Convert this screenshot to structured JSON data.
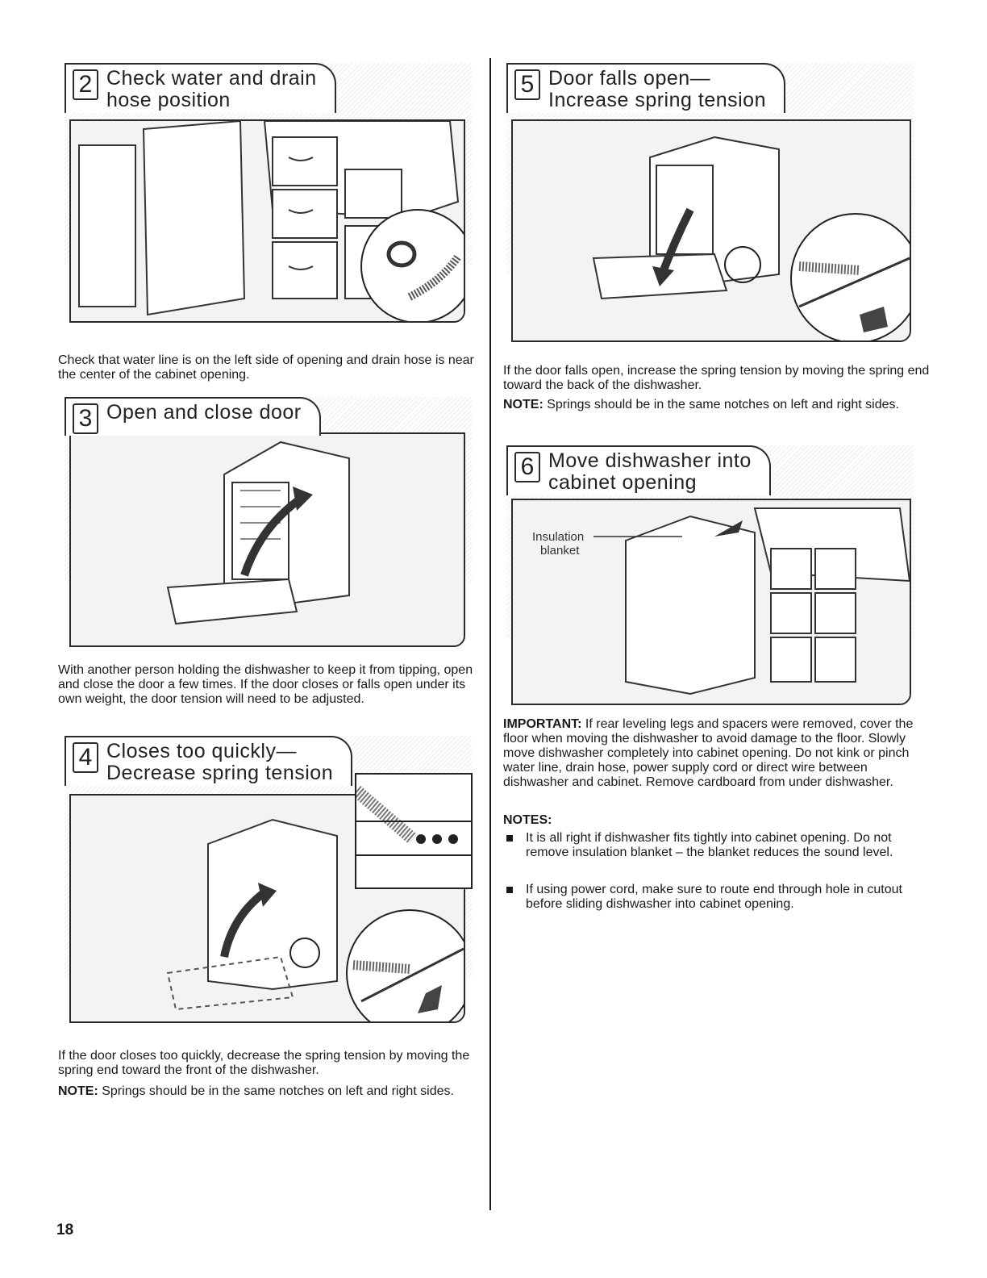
{
  "page_number": "18",
  "steps": {
    "s2": {
      "number": "2",
      "title": "Check water and drain\nhose position",
      "text": "Check that water line is on the left side of opening and drain hose is near the center of the cabinet opening."
    },
    "s3": {
      "number": "3",
      "title": "Open and close door",
      "text": "With another person holding the dishwasher to keep it from tipping, open and close the door a few times. If the door closes or falls open under its own weight, the door tension will need to be adjusted."
    },
    "s4": {
      "number": "4",
      "title": "Closes too quickly—\nDecrease spring tension",
      "text": "If the door closes too quickly, decrease the spring tension by moving the spring end toward the front of the dishwasher.",
      "note_label": "NOTE:",
      "note_text": "Springs should be in the same notches on left and right sides."
    },
    "s5": {
      "number": "5",
      "title": "Door falls open—\nIncrease spring tension",
      "text": "If the door falls open, increase the spring tension by moving the spring end toward the back of the dishwasher.",
      "note_label": "NOTE:",
      "note_text": "Springs should be in the same notches on left and right sides."
    },
    "s6": {
      "number": "6",
      "title": "Move dishwasher into\ncabinet opening",
      "callout_line1": "Insulation",
      "callout_line2": "blanket",
      "important_label": "IMPORTANT:",
      "important_text": "If rear leveling legs and spacers were removed, cover the floor when moving the dishwasher to avoid damage to the floor. Slowly move dishwasher completely into cabinet opening. Do not kink or pinch water line, drain hose, power supply cord or direct wire between dishwasher and cabinet. Remove cardboard from under dishwasher.",
      "notes_heading": "NOTES:",
      "notes": [
        "It is all right if dishwasher fits tightly into cabinet opening. Do not remove insulation blanket – the blanket reduces the sound level.",
        "If using power cord, make sure to route end through hole in cutout before sliding dishwasher into cabinet opening."
      ]
    }
  }
}
